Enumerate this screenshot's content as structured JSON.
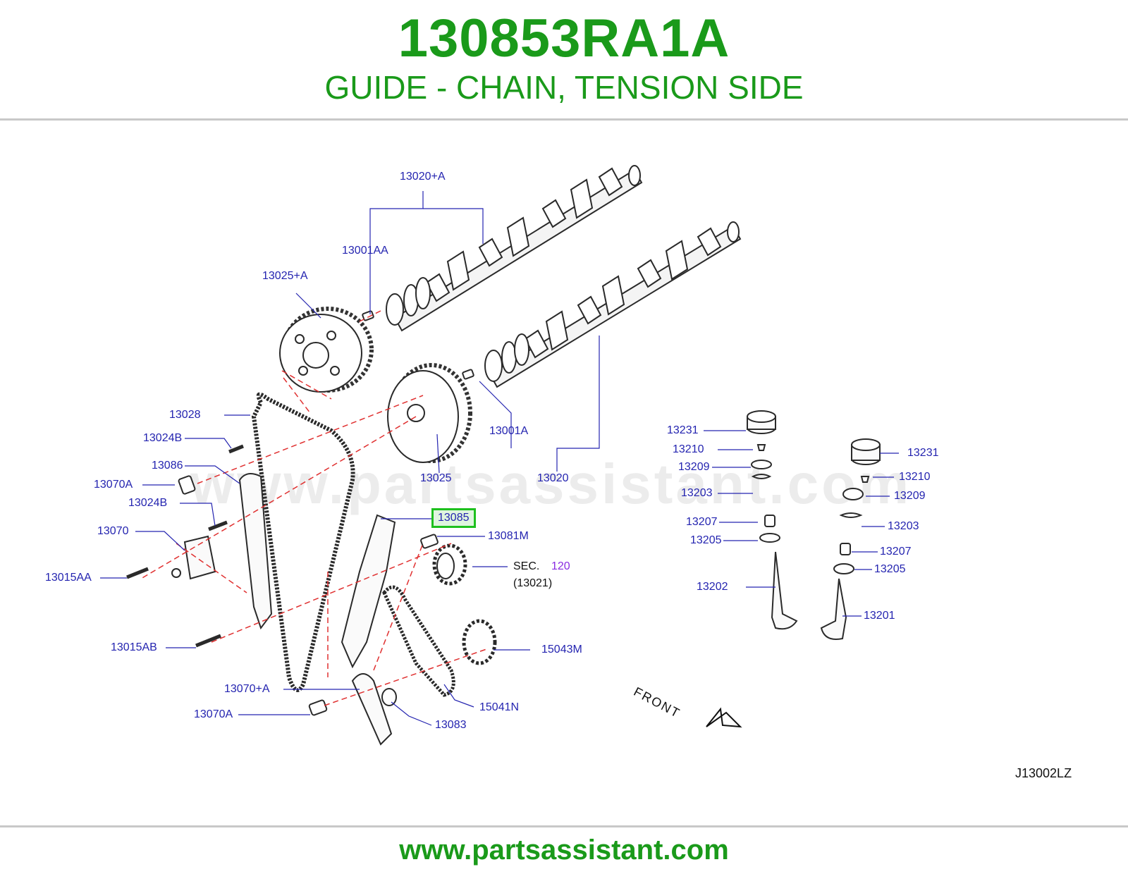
{
  "header": {
    "part_number": "130853RA1A",
    "description": "GUIDE - CHAIN, TENSION SIDE"
  },
  "footer": {
    "url": "www.partsassistant.com"
  },
  "watermark": "www.partsassistant.com",
  "diagram": {
    "code": "J13002LZ",
    "front_label": "FRONT",
    "highlighted_part": "13085",
    "sec_prefix": "SEC.",
    "sec_number": "120",
    "sec_sub": "(13021)",
    "labels": {
      "l13020A": "13020+A",
      "l13001AA": "13001AA",
      "l13025A": "13025+A",
      "l13028": "13028",
      "l13024B_1": "13024B",
      "l13086": "13086",
      "l13070A_1": "13070A",
      "l13024B_2": "13024B",
      "l13070": "13070",
      "l13015AA": "13015AA",
      "l13015AB": "13015AB",
      "l13070pA": "13070+A",
      "l13070A_2": "13070A",
      "l13083": "13083",
      "l15041N": "15041N",
      "l15043M": "15043M",
      "l13081M": "13081M",
      "l13025": "13025",
      "l13020": "13020",
      "l13001A": "13001A",
      "l13231_1": "13231",
      "l13210_1": "13210",
      "l13209_1": "13209",
      "l13203_1": "13203",
      "l13207_1": "13207",
      "l13205_1": "13205",
      "l13202": "13202",
      "l13231_2": "13231",
      "l13210_2": "13210",
      "l13209_2": "13209",
      "l13203_2": "13203",
      "l13207_2": "13207",
      "l13205_2": "13205",
      "l13201": "13201"
    }
  },
  "colors": {
    "accent_green": "#1a9a1a",
    "label_blue": "#2424b0",
    "highlight_border": "#1ec01e",
    "dash_red": "#e03030"
  }
}
